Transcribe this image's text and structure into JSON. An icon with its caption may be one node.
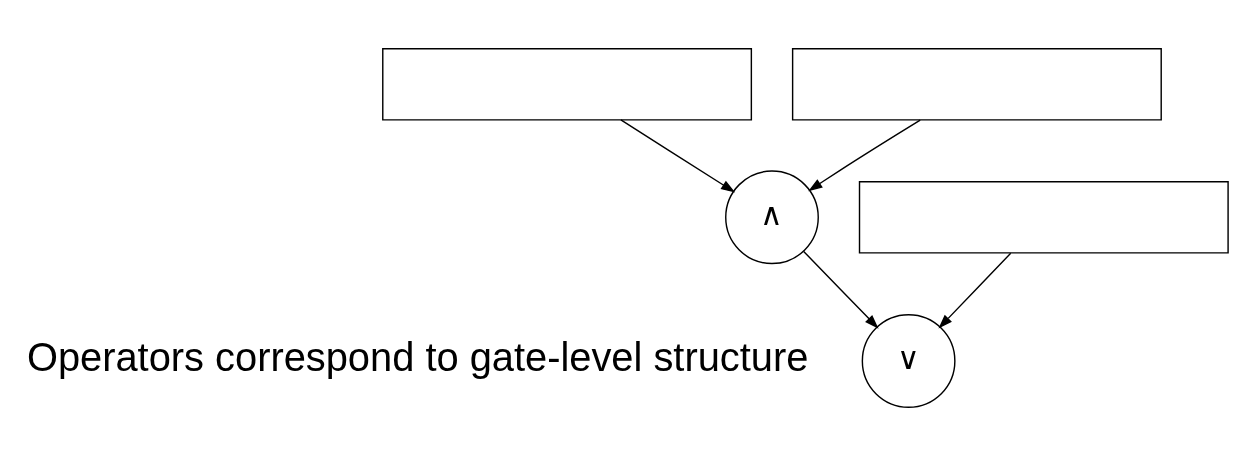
{
  "diagram": {
    "nodes": [
      {
        "text": [],
        "shape": "box"
      },
      {
        "text": [],
        "shape": "box"
      },
      {
        "text": [
          "∧"
        ]
      },
      {
        "text": [],
        "shape": "box"
      },
      {
        "text": [
          "∨"
        ]
      }
    ],
    "edges": [
      {
        "from": 0,
        "to": 2,
        "arrow": "to"
      },
      {
        "from": 1,
        "to": 2,
        "arrow": "to"
      },
      {
        "from": 2,
        "to": 4,
        "arrow": "to"
      },
      {
        "from": 3,
        "to": 4,
        "arrow": "to"
      }
    ],
    "labels": [
      "Operators correspond to gate-level structure"
    ]
  }
}
